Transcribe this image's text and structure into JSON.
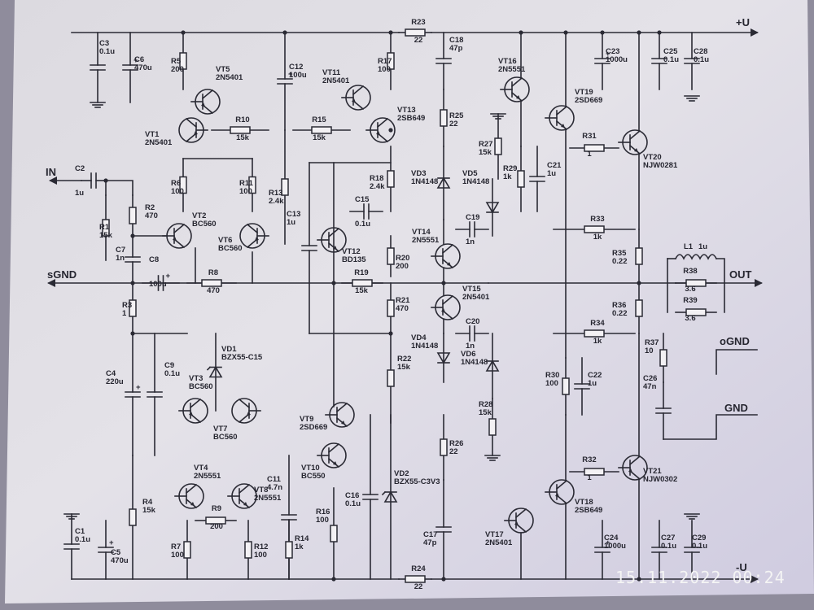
{
  "net_labels": [
    "+U",
    "-U",
    "IN",
    "sGND",
    "OUT",
    "oGND",
    "GND"
  ],
  "transistors": [
    {
      "ref": "VT1",
      "part": "2N5401"
    },
    {
      "ref": "VT2",
      "part": "BC560"
    },
    {
      "ref": "VT3",
      "part": "BC560"
    },
    {
      "ref": "VT4",
      "part": "2N5551"
    },
    {
      "ref": "VT5",
      "part": "2N5401"
    },
    {
      "ref": "VT6",
      "part": "BC560"
    },
    {
      "ref": "VT7",
      "part": "BC560"
    },
    {
      "ref": "VT8",
      "part": "2N5551"
    },
    {
      "ref": "VT9",
      "part": "2SD669"
    },
    {
      "ref": "VT10",
      "part": "BC550"
    },
    {
      "ref": "VT11",
      "part": "2N5401"
    },
    {
      "ref": "VT12",
      "part": "BD135"
    },
    {
      "ref": "VT13",
      "part": "2SB649"
    },
    {
      "ref": "VT14",
      "part": "2N5551"
    },
    {
      "ref": "VT15",
      "part": "2N5401"
    },
    {
      "ref": "VT16",
      "part": "2N5551"
    },
    {
      "ref": "VT17",
      "part": "2N5401"
    },
    {
      "ref": "VT18",
      "part": "2SB649"
    },
    {
      "ref": "VT19",
      "part": "2SD669"
    },
    {
      "ref": "VT20",
      "part": "NJW0281"
    },
    {
      "ref": "VT21",
      "part": "NJW0302"
    }
  ],
  "resistors": [
    {
      "ref": "R1",
      "value": "15k"
    },
    {
      "ref": "R2",
      "value": "470"
    },
    {
      "ref": "R3",
      "value": "1"
    },
    {
      "ref": "R4",
      "value": "15k"
    },
    {
      "ref": "R5",
      "value": "200"
    },
    {
      "ref": "R6",
      "value": "100"
    },
    {
      "ref": "R7",
      "value": "100"
    },
    {
      "ref": "R8",
      "value": "470"
    },
    {
      "ref": "R9",
      "value": "200"
    },
    {
      "ref": "R10",
      "value": "15k"
    },
    {
      "ref": "R11",
      "value": "100"
    },
    {
      "ref": "R12",
      "value": "100"
    },
    {
      "ref": "R13",
      "value": "2.4k"
    },
    {
      "ref": "R14",
      "value": "1k"
    },
    {
      "ref": "R15",
      "value": "15k"
    },
    {
      "ref": "R16",
      "value": "100"
    },
    {
      "ref": "R17",
      "value": "100"
    },
    {
      "ref": "R18",
      "value": "2.4k"
    },
    {
      "ref": "R19",
      "value": "15k"
    },
    {
      "ref": "R20",
      "value": "200"
    },
    {
      "ref": "R21",
      "value": "470"
    },
    {
      "ref": "R22",
      "value": "15k"
    },
    {
      "ref": "R23",
      "value": "22"
    },
    {
      "ref": "R24",
      "value": "22"
    },
    {
      "ref": "R25",
      "value": "22"
    },
    {
      "ref": "R26",
      "value": "22"
    },
    {
      "ref": "R27",
      "value": "15k"
    },
    {
      "ref": "R28",
      "value": "15k"
    },
    {
      "ref": "R29",
      "value": "1k"
    },
    {
      "ref": "R30",
      "value": "100"
    },
    {
      "ref": "R31",
      "value": "1"
    },
    {
      "ref": "R32",
      "value": "1"
    },
    {
      "ref": "R33",
      "value": "1k"
    },
    {
      "ref": "R34",
      "value": "1k"
    },
    {
      "ref": "R35",
      "value": "0.22"
    },
    {
      "ref": "R36",
      "value": "0.22"
    },
    {
      "ref": "R37",
      "value": "10"
    },
    {
      "ref": "R38",
      "value": "3.6"
    },
    {
      "ref": "R39",
      "value": "3.6"
    }
  ],
  "capacitors": [
    {
      "ref": "C1",
      "value": "0.1u"
    },
    {
      "ref": "C2",
      "value": "1u"
    },
    {
      "ref": "C3",
      "value": "0.1u"
    },
    {
      "ref": "C4",
      "value": "220u"
    },
    {
      "ref": "C5",
      "value": "470u"
    },
    {
      "ref": "C6",
      "value": "470u"
    },
    {
      "ref": "C7",
      "value": "1n"
    },
    {
      "ref": "C8",
      "value": "100u"
    },
    {
      "ref": "C9",
      "value": "0.1u"
    },
    {
      "ref": "C11",
      "value": "4.7n"
    },
    {
      "ref": "C12",
      "value": "100u"
    },
    {
      "ref": "C13",
      "value": "1u"
    },
    {
      "ref": "C15",
      "value": "0.1u"
    },
    {
      "ref": "C16",
      "value": "0.1u"
    },
    {
      "ref": "C17",
      "value": "47p"
    },
    {
      "ref": "C18",
      "value": "47p"
    },
    {
      "ref": "C19",
      "value": "1n"
    },
    {
      "ref": "C20",
      "value": "1n"
    },
    {
      "ref": "C21",
      "value": "1u"
    },
    {
      "ref": "C22",
      "value": "1u"
    },
    {
      "ref": "C23",
      "value": "1000u"
    },
    {
      "ref": "C24",
      "value": "1000u"
    },
    {
      "ref": "C25",
      "value": "0.1u"
    },
    {
      "ref": "C26",
      "value": "47n"
    },
    {
      "ref": "C27",
      "value": "0.1u"
    },
    {
      "ref": "C28",
      "value": "0.1u"
    },
    {
      "ref": "C29",
      "value": "0.1u"
    }
  ],
  "diodes": [
    {
      "ref": "VD1",
      "part": "BZX55-C15"
    },
    {
      "ref": "VD2",
      "part": "BZX55-C3V3"
    },
    {
      "ref": "VD3",
      "part": "1N4148"
    },
    {
      "ref": "VD4",
      "part": "1N4148"
    },
    {
      "ref": "VD5",
      "part": "1N4148"
    },
    {
      "ref": "VD6",
      "part": "1N4148"
    }
  ],
  "inductors": [
    {
      "ref": "L1",
      "value": "1u"
    }
  ],
  "photo_timestamp": "15.11.2022  00:24"
}
